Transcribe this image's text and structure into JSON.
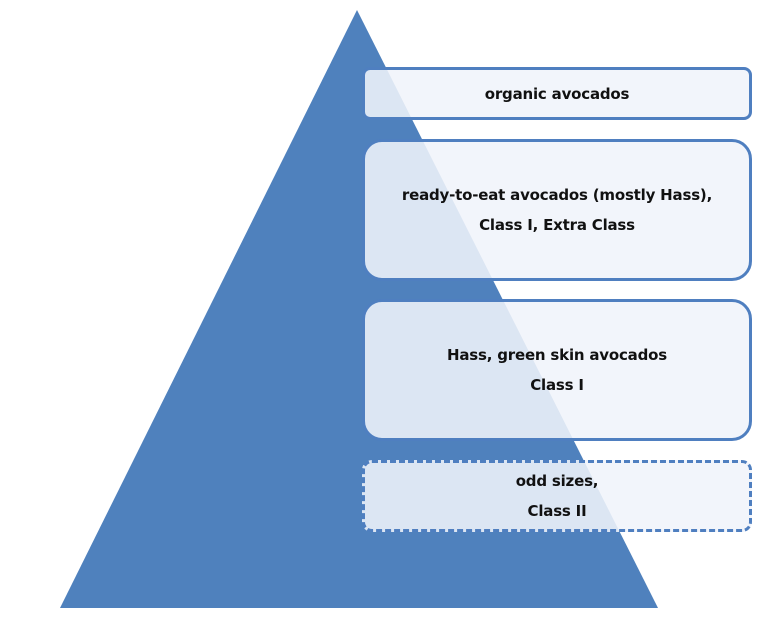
{
  "pyramid": {
    "fill_color": "#4f81bd"
  },
  "tiers": [
    {
      "lines": [
        "organic avocados"
      ]
    },
    {
      "lines": [
        "ready-to-eat avocados (mostly Hass),",
        "Class I,  Extra Class"
      ]
    },
    {
      "lines": [
        "Hass, green skin avocados",
        "Class I"
      ]
    },
    {
      "lines": [
        "odd sizes,",
        "Class II"
      ]
    }
  ]
}
